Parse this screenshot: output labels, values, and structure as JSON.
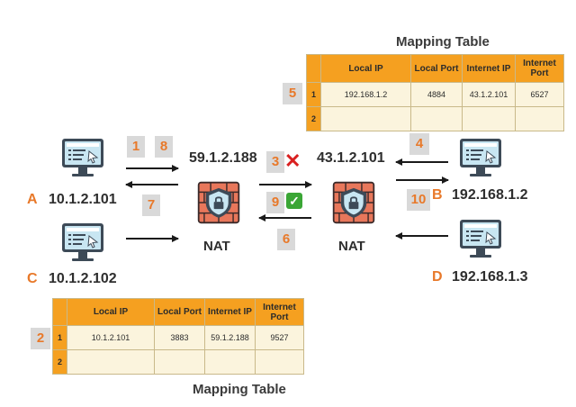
{
  "mapping_table_top": {
    "title": "Mapping Table",
    "step": "5",
    "headers": [
      "Local IP",
      "Local Port",
      "Internet IP",
      "Internet Port"
    ],
    "rows": [
      {
        "idx": "1",
        "cells": [
          "192.168.1.2",
          "4884",
          "43.1.2.101",
          "6527"
        ]
      },
      {
        "idx": "2",
        "cells": [
          "",
          "",
          "",
          ""
        ]
      }
    ]
  },
  "mapping_table_bottom": {
    "title": "Mapping Table",
    "step": "2",
    "headers": [
      "Local IP",
      "Local Port",
      "Internet IP",
      "Internet Port"
    ],
    "rows": [
      {
        "idx": "1",
        "cells": [
          "10.1.2.101",
          "3883",
          "59.1.2.188",
          "9527"
        ]
      },
      {
        "idx": "2",
        "cells": [
          "",
          "",
          "",
          ""
        ]
      }
    ]
  },
  "hosts": {
    "a": {
      "label": "A",
      "ip": "10.1.2.101"
    },
    "b": {
      "label": "B",
      "ip": "192.168.1.2"
    },
    "c": {
      "label": "C",
      "ip": "10.1.2.102"
    },
    "d": {
      "label": "D",
      "ip": "192.168.1.3"
    }
  },
  "nat_left": {
    "label": "NAT",
    "public_ip": "59.1.2.188"
  },
  "nat_right": {
    "label": "NAT",
    "public_ip": "43.1.2.101"
  },
  "steps": {
    "s1": "1",
    "s8": "8",
    "s7": "7",
    "s3": "3",
    "s9": "9",
    "s6": "6",
    "s4": "4",
    "s10": "10"
  },
  "status_marks": {
    "blocked": "✕",
    "allowed": "✓"
  },
  "colors": {
    "accent": "#e8792a",
    "table_header": "#f5a020",
    "table_cell": "#fbf4dd",
    "step_bg": "#d9d9d9"
  }
}
